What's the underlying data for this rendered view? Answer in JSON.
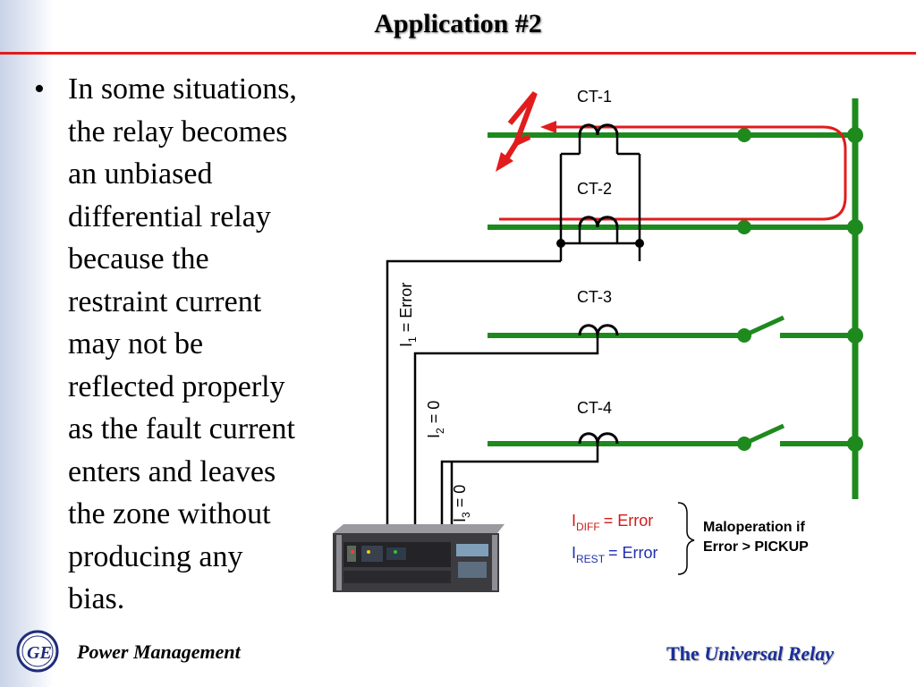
{
  "slide": {
    "title": "Application #2",
    "bullet_lines": [
      "In some situations,",
      "the relay becomes",
      "an unbiased",
      "differential relay",
      "because the",
      "restraint current",
      "may not be",
      "reflected properly",
      "as the fault current",
      "enters and leaves",
      "the zone without",
      "producing any",
      "bias."
    ]
  },
  "diagram": {
    "ct_labels": [
      "CT-1",
      "CT-2",
      "CT-3",
      "CT-4"
    ],
    "current_labels": {
      "i1": {
        "base": "I",
        "sub": "1",
        "rest": " = Error"
      },
      "i2": {
        "base": "I",
        "sub": "2",
        "rest": " = 0"
      },
      "i3": {
        "base": "I",
        "sub": "3",
        "rest": " = 0"
      }
    },
    "idiff": {
      "base": "I",
      "sub": "DIFF",
      "rest": "= Error"
    },
    "irest": {
      "base": "I",
      "sub": "REST",
      "rest": "= Error"
    },
    "maloperation": [
      "Maloperation if",
      "Error > PICKUP"
    ],
    "colors": {
      "bus": "#1e8a1e",
      "fault": "#e21c1c",
      "idiff": "#d11a1a",
      "irest": "#1f2fb0"
    }
  },
  "footer": {
    "left": "Power Management",
    "right_prefix": "The",
    "right_name": "Universal Relay",
    "logo": "GE"
  }
}
